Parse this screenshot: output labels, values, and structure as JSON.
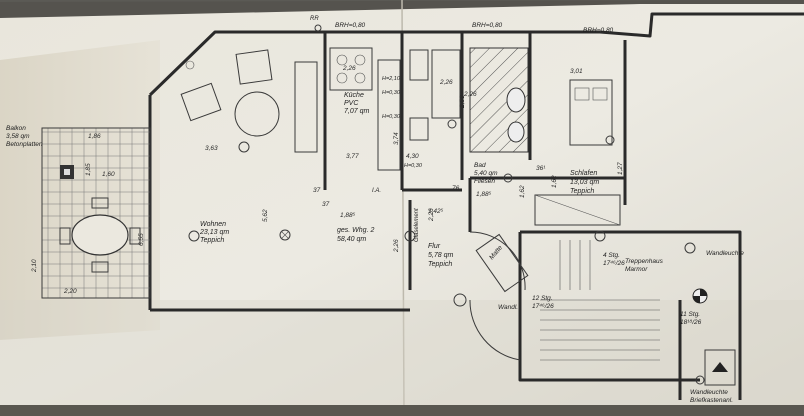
{
  "plan": {
    "rooms": {
      "balkon": [
        "Balkon",
        "3,58 qm",
        "Betonplatten"
      ],
      "wohnen": [
        "Wohnen",
        "23,13 qm",
        "Teppich"
      ],
      "ges": [
        "ges. Whg. 2",
        "58,40 qm"
      ],
      "kueche": [
        "Küche",
        "PVC",
        "7,07 qm"
      ],
      "flur": [
        "Flur",
        "5,78 qm",
        "Teppich"
      ],
      "bad": [
        "Bad",
        "5,40 qm",
        "Fliesen"
      ],
      "schlafen": [
        "Schlafen",
        "13,03 qm",
        "Teppich"
      ],
      "treppenhaus": [
        "Treppenhaus",
        "Marmor"
      ]
    },
    "stairs": {
      "s4": [
        "4 Stg.",
        "17⁴⁶/26"
      ],
      "s12": [
        "12 Stg.",
        "17⁴⁶/26"
      ],
      "s11": [
        "11 Stg.",
        "18¹⁸/26"
      ]
    },
    "labels": {
      "brh1": "BRH=0,80",
      "brh2": "BRH=0,80",
      "brh3": "BRH=0,80",
      "rr": "RR",
      "glaselement": "Glaselement",
      "matte": "Matte",
      "wandl": "Wandl.",
      "wandleuchte1": "Wandleuchte",
      "wandleuchte2": "Wandleuchte",
      "briefkastenanl": "Briefkastenanl.",
      "ia": "I.A.",
      "h1": "H=2,10",
      "h2": "H=0,30",
      "h3": "H=0,30",
      "h4": "H=0,30"
    },
    "dims": {
      "d_186": "1,86",
      "d_160": "1,60",
      "d_185": "1,85",
      "d_210": "2,10",
      "d_220": "2,20",
      "d_655": "6,55",
      "d_363": "3,63",
      "d_562": "5,62",
      "d_226a": "2,26",
      "d_226b": "2,26",
      "d_226c": "2,26",
      "d_226d": "2,26",
      "d_253": "2,53",
      "d_301": "3,01",
      "d_377": "3,77",
      "d_430": "4,30",
      "d_374": "3,74",
      "d_37a": "37",
      "d_37b": "37",
      "d_1885a": "1,88⁵",
      "d_1885b": "1,88⁵",
      "d_1425": "1,42⁵",
      "d_76": "76",
      "d_361": "36¹",
      "d_162a": "1,62",
      "d_162b": "1,62",
      "d_127": "1,27",
      "d_226e": "2,26"
    }
  }
}
